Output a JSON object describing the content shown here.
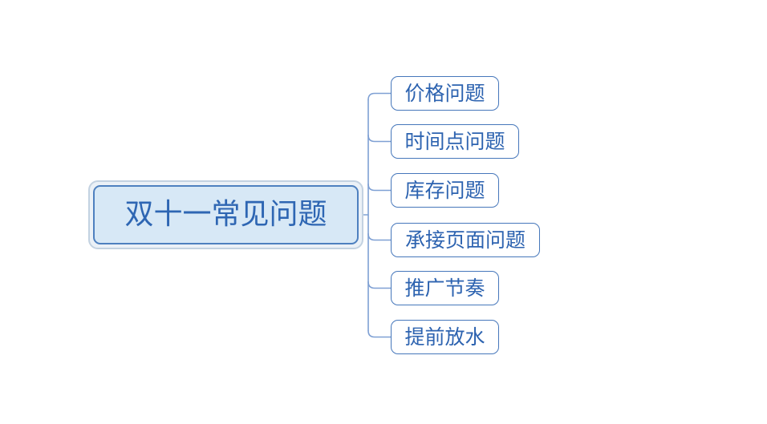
{
  "mindmap": {
    "root": {
      "label": "双十一常见问题",
      "selected": true
    },
    "children": [
      {
        "label": "价格问题"
      },
      {
        "label": "时间点问题"
      },
      {
        "label": "库存问题"
      },
      {
        "label": "承接页面问题"
      },
      {
        "label": "推广节奏"
      },
      {
        "label": "提前放水"
      }
    ],
    "colors": {
      "node_border": "#4677bb",
      "root_border": "#4e80bf",
      "root_fill": "#d7e8f6",
      "selection_halo_border": "#c3d2e1",
      "selection_halo_fill": "#ebf1f7",
      "connector": "#7fa0d4",
      "text": "#2d63b0",
      "child_fill": "#ffffff",
      "background": "#ffffff"
    }
  }
}
